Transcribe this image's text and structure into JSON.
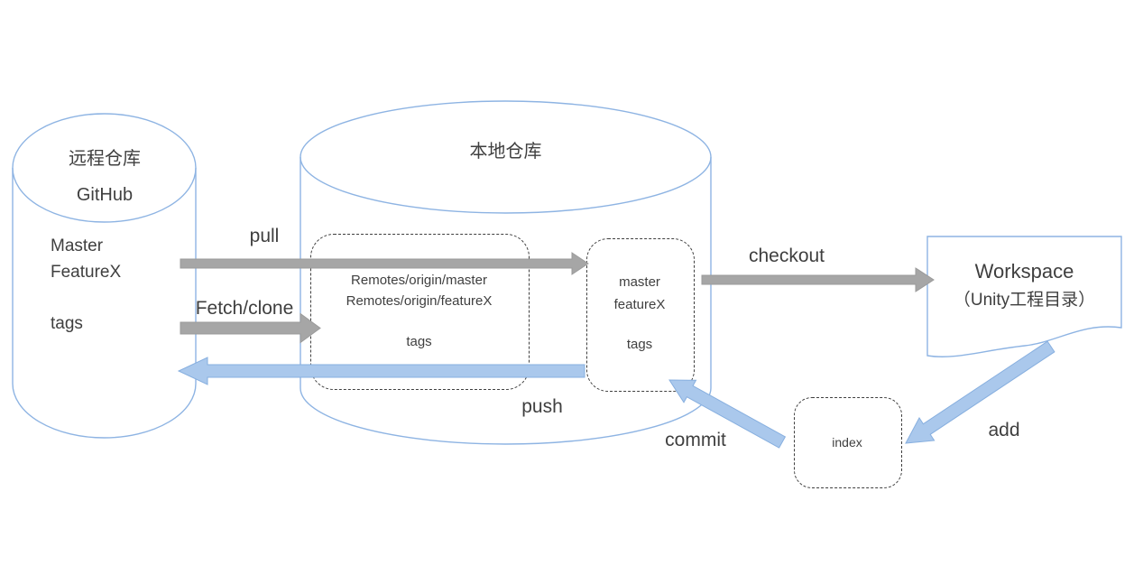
{
  "colors": {
    "shape_stroke": "#8eb4e3",
    "gray_arrow": "#a6a6a6",
    "blue_arrow_fill": "#aac8ec",
    "blue_arrow_stroke": "#87afdf",
    "text": "#3f3f3f"
  },
  "remote_repo": {
    "title": "远程仓库",
    "subtitle": "GitHub",
    "branches": [
      "Master",
      "FeatureX"
    ],
    "tags": "tags"
  },
  "local_repo": {
    "title": "本地仓库",
    "remote_tracking": {
      "branches": [
        "Remotes/origin/master",
        "Remotes/origin/featureX"
      ],
      "tags": "tags"
    },
    "local_branches": {
      "branches": [
        "master",
        "featureX"
      ],
      "tags": "tags"
    }
  },
  "workspace": {
    "title": "Workspace",
    "subtitle": "（Unity工程目录）"
  },
  "index": {
    "label": "index"
  },
  "flows": {
    "pull": "pull",
    "fetch": "Fetch/clone",
    "push": "push",
    "checkout": "checkout",
    "commit": "commit",
    "add": "add"
  }
}
